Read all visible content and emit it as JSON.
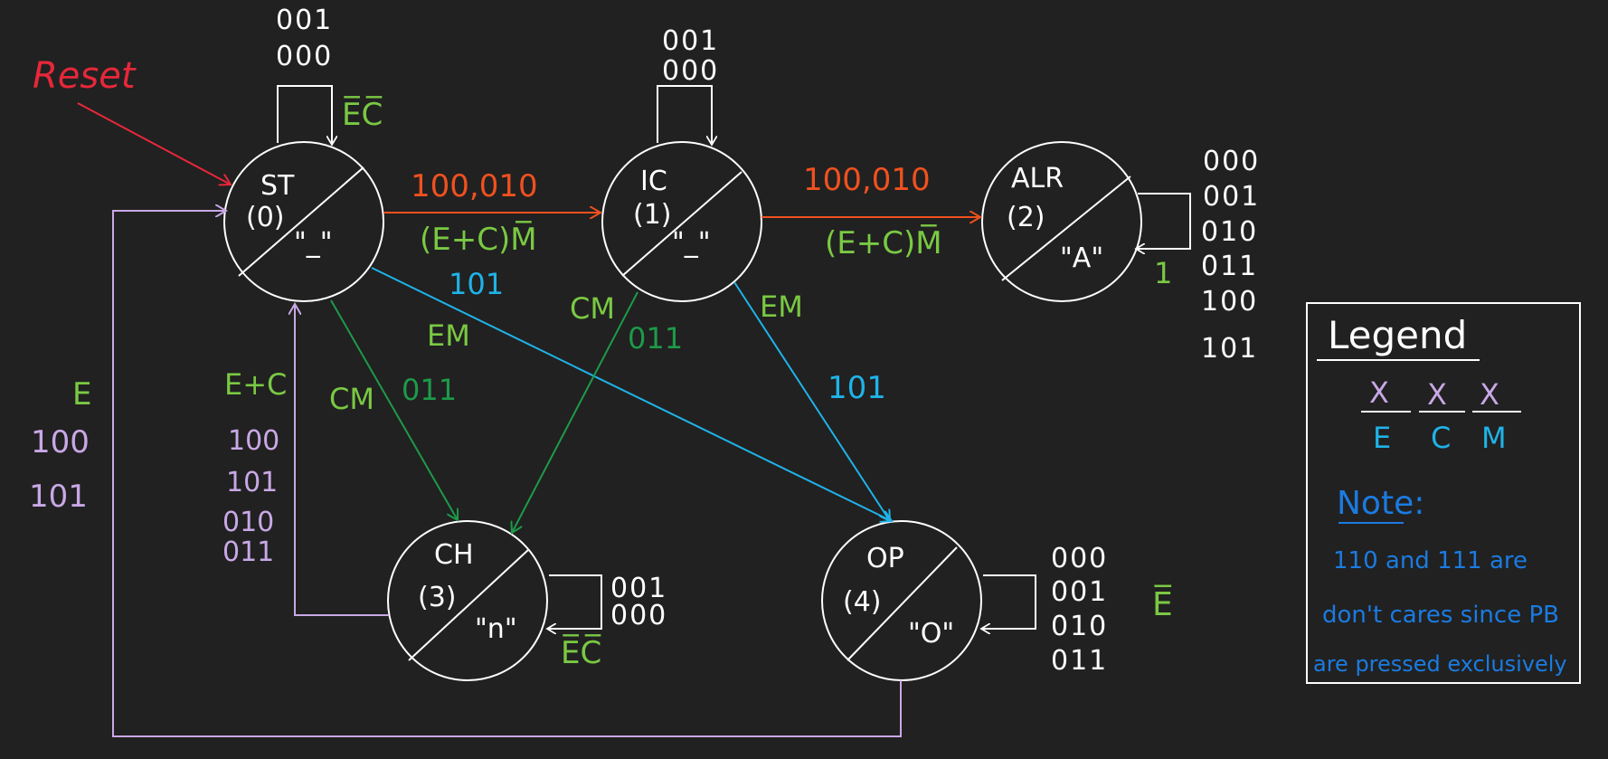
{
  "colors": {
    "background": "#212121",
    "node": "#ffffff",
    "reset": "#e8273a",
    "orange": "#f0511f",
    "green_cond": "#7ac943",
    "green_edge": "#1d9a49",
    "blue": "#1fb3e8",
    "purple": "#c9a8e6",
    "note_blue": "#1b7be0"
  },
  "reset_label": "Reset",
  "states": {
    "st": {
      "name": "ST",
      "num": "(0)",
      "output": "\"_\""
    },
    "ic": {
      "name": "IC",
      "num": "(1)",
      "output": "\"_\""
    },
    "alr": {
      "name": "ALR",
      "num": "(2)",
      "output": "\"A\""
    },
    "ch": {
      "name": "CH",
      "num": "(3)",
      "output": "\"n\""
    },
    "op": {
      "name": "OP",
      "num": "(4)",
      "output": "\"O\""
    }
  },
  "self_loops": {
    "st": {
      "codes": [
        "001",
        "000"
      ],
      "cond": "E̅C̅"
    },
    "ic": {
      "codes": [
        "001",
        "000"
      ]
    },
    "alr": {
      "codes": [
        "000",
        "001",
        "010",
        "011",
        "100",
        "101"
      ],
      "cond": "1"
    },
    "ch": {
      "codes": [
        "001",
        "000"
      ],
      "cond": "E̅C̅"
    },
    "op": {
      "codes": [
        "000",
        "001",
        "010",
        "011"
      ],
      "cond": "E̅"
    }
  },
  "transitions": {
    "st_ic": {
      "codes": "100,010",
      "cond": "(E+C)M̅"
    },
    "ic_alr": {
      "codes": "100,010",
      "cond": "(E+C)M̅"
    },
    "st_op": {
      "codes": "101",
      "cond": "EM"
    },
    "ic_op": {
      "codes": "101",
      "cond": "EM"
    },
    "st_ch": {
      "codes": "011",
      "cond": "CM"
    },
    "ic_ch": {
      "codes": "011",
      "cond": "CM"
    },
    "ch_st": {
      "cond": "E+C",
      "codes": [
        "100",
        "101",
        "010",
        "011"
      ]
    },
    "op_st": {
      "cond": "E",
      "codes": [
        "100",
        "101"
      ]
    }
  },
  "legend": {
    "title": "Legend",
    "bits": [
      {
        "sym": "X",
        "name": "E"
      },
      {
        "sym": "X",
        "name": "C"
      },
      {
        "sym": "X",
        "name": "M"
      }
    ],
    "note_title": "Note:",
    "note_lines": [
      "110 and 111 are",
      "don't cares since PB",
      "are pressed exclusively"
    ]
  }
}
